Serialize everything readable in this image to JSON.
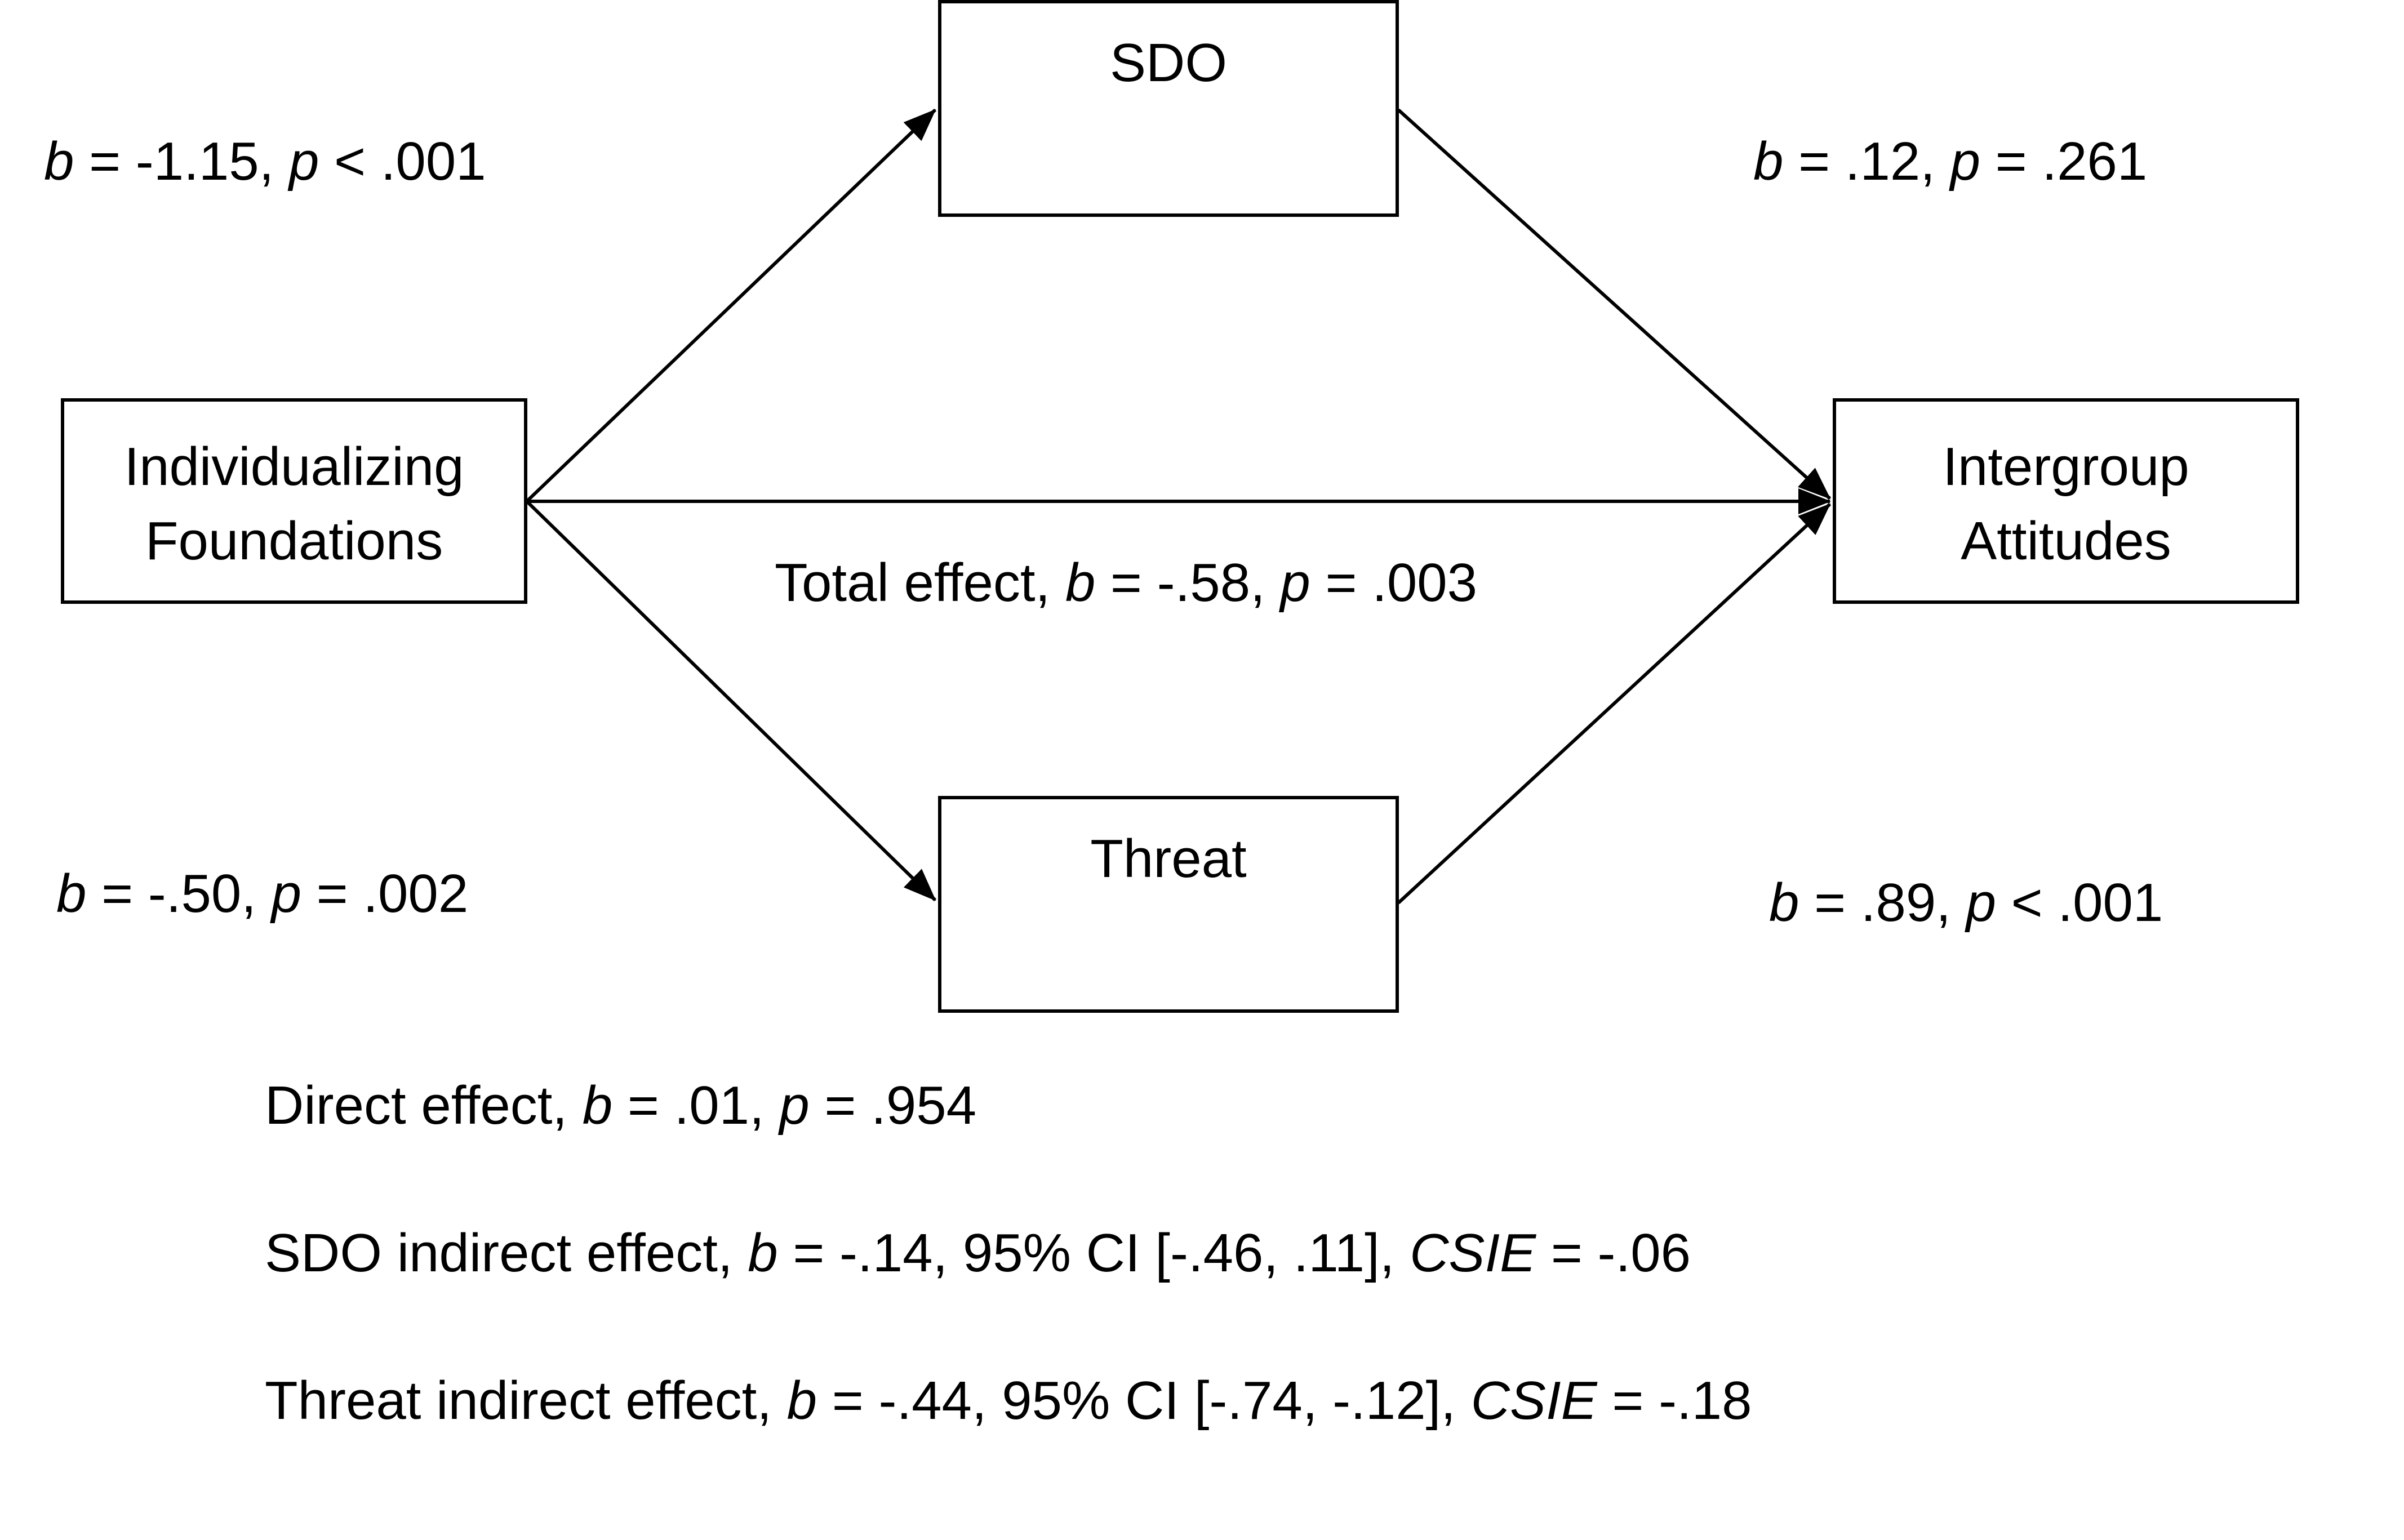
{
  "nodes": {
    "predictor": "Individualizing\nFoundations",
    "mediator_top": "SDO",
    "mediator_bottom": "Threat",
    "outcome": "Intergroup\nAttitudes"
  },
  "paths": {
    "a_sdo": {
      "b": "-1.15",
      "p_op": "<",
      "p": ".001"
    },
    "b_sdo": {
      "b": ".12",
      "p_op": "=",
      "p": ".261"
    },
    "a_threat": {
      "b": "-.50",
      "p_op": "=",
      "p": ".002"
    },
    "b_threat": {
      "b": ".89",
      "p_op": "<",
      "p": ".001"
    },
    "total": {
      "prefix": "Total effect, ",
      "b": "-.58",
      "p_op": "=",
      "p": ".003"
    }
  },
  "summary": {
    "direct": {
      "prefix": "Direct effect, ",
      "b": ".01",
      "p_op": "=",
      "p": ".954"
    },
    "sdo_indirect": {
      "prefix": "SDO indirect effect, ",
      "b": "-.14",
      "ci": "95% CI [-.46, .11]",
      "csie": "-.06"
    },
    "threat_indirect": {
      "prefix": "Threat indirect effect, ",
      "b": "-.44",
      "ci": "95% CI [-.74, -.12]",
      "csie": "-.18"
    }
  },
  "symbols": {
    "b": "b",
    "p": "p",
    "csie": "CSIE",
    "eq": " = ",
    "sep": ", "
  }
}
